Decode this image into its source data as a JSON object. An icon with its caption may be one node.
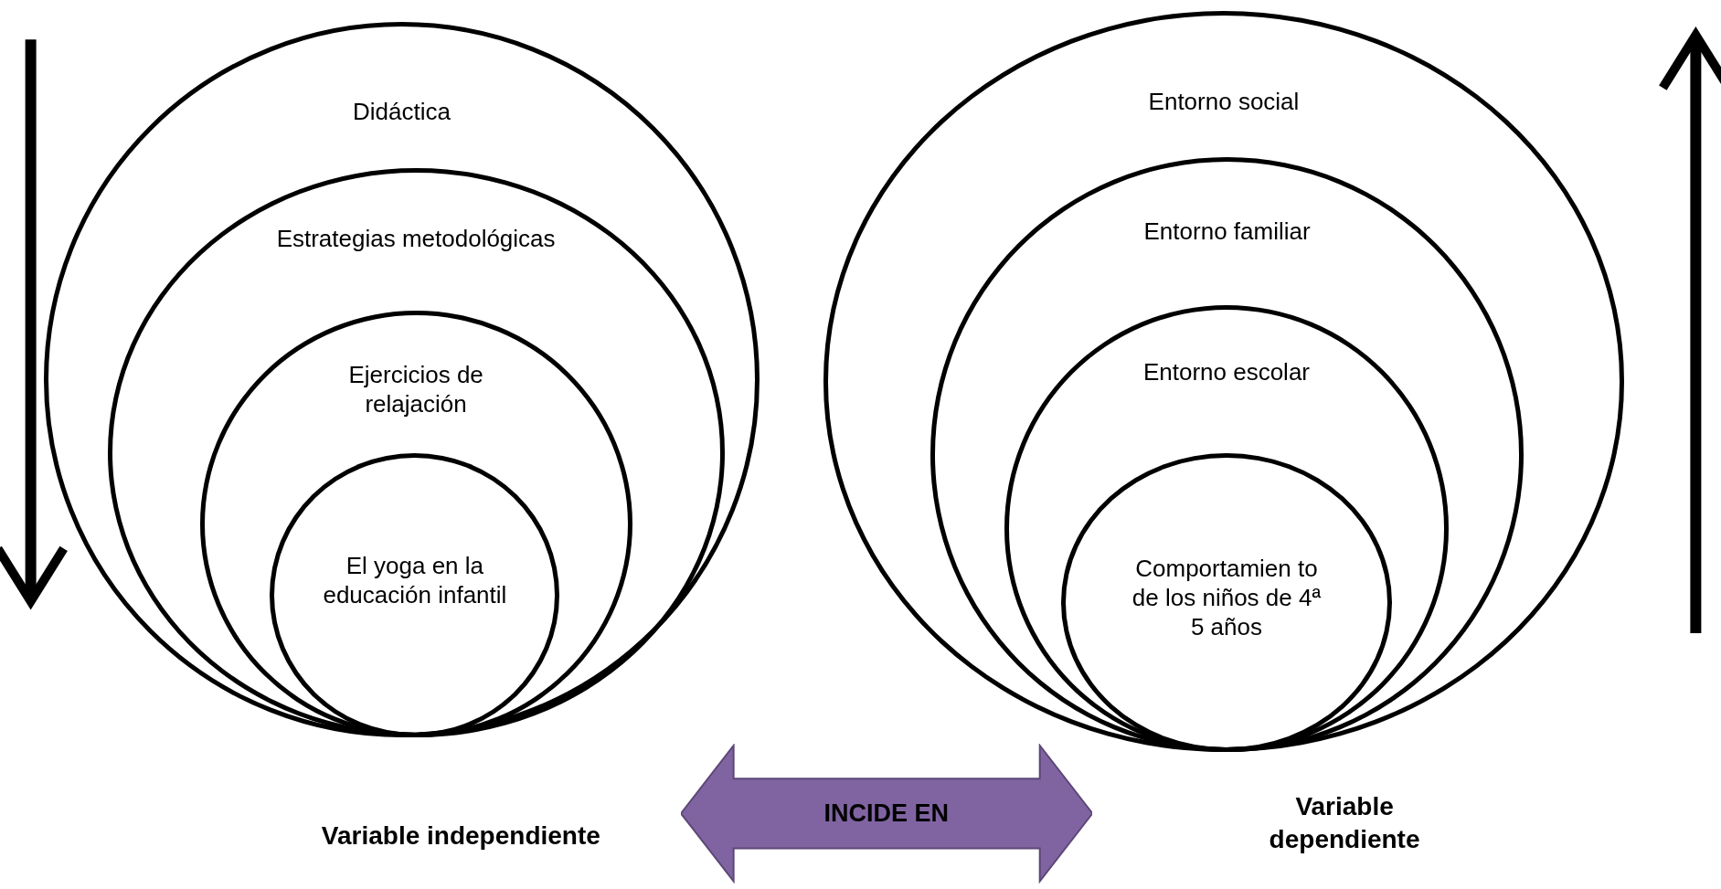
{
  "diagram": {
    "nodes": [
      {
        "text": [
          "Didáctica"
        ]
      },
      {
        "text": [
          "Estrategias metodológicas"
        ],
        "in": 0
      },
      {
        "text": [
          "Ejercicios de relajación"
        ],
        "in": 1
      },
      {
        "text": [
          "El yoga en la educación infantil"
        ],
        "in": 2
      },
      {
        "text": [
          "Entorno social"
        ]
      },
      {
        "text": [
          "Entorno familiar"
        ],
        "in": 4
      },
      {
        "text": [
          "Entorno escolar"
        ],
        "in": 5
      },
      {
        "text": [
          "Comportamien to de los niños de 4ª 5 años"
        ],
        "in": 6
      },
      {
        "text": [
          "INCIDE EN"
        ]
      }
    ],
    "labels": [
      "Variable dependiente",
      "Variable independiente"
    ]
  }
}
